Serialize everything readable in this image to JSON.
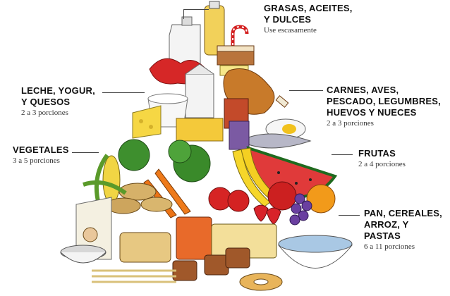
{
  "groups": {
    "fats": {
      "title": [
        "GRASAS, ACEITES,",
        "Y DULCES"
      ],
      "note": "Use escasamente"
    },
    "dairy": {
      "title": [
        "LECHE, YOGUR,",
        "Y QUESOS"
      ],
      "note": "2 a 3 porciones"
    },
    "vegetables": {
      "title": [
        "VEGETALES"
      ],
      "note": "3 a 5 porciones"
    },
    "proteins": {
      "title": [
        "CARNES, AVES,",
        "PESCADO, LEGUMBRES,",
        "HUEVOS Y NUECES"
      ],
      "note": "2 a 3 porciones"
    },
    "fruits": {
      "title": [
        "FRUTAS"
      ],
      "note": "2 a 4 porciones"
    },
    "grains": {
      "title": [
        "PAN, CEREALES,",
        "ARROZ, Y",
        "PASTAS"
      ],
      "note": "6 a 11 porciones"
    }
  },
  "colors": {
    "text": "#111111",
    "leader": "#444444"
  }
}
